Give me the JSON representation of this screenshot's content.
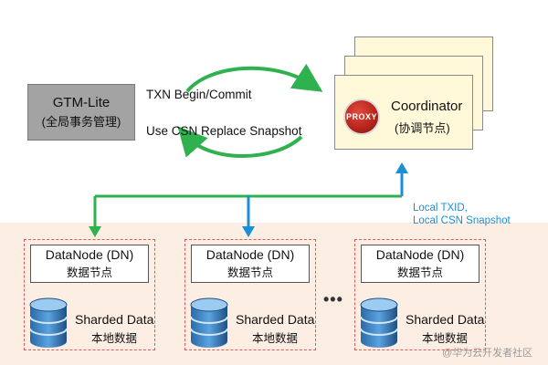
{
  "gtm": {
    "title": "GTM-Lite",
    "subtitle": "(全局事务管理)"
  },
  "arrows": {
    "txn": "TXN Begin/Commit",
    "csn": "Use CSN Replace Snapshot"
  },
  "coordinator": {
    "title": "Coordinator",
    "subtitle": "(协调节点)",
    "logo_text": "PROXY"
  },
  "local_labels": {
    "line1": "Local TXID,",
    "line2": "Local CSN Snapshot"
  },
  "datanodes": [
    {
      "title": "DataNode (DN)",
      "subtitle": "数据节点",
      "data_title": "Sharded Data",
      "data_subtitle": "本地数据"
    },
    {
      "title": "DataNode (DN)",
      "subtitle": "数据节点",
      "data_title": "Sharded Data",
      "data_subtitle": "本地数据"
    },
    {
      "title": "DataNode (DN)",
      "subtitle": "数据节点",
      "data_title": "Sharded Data",
      "data_subtitle": "本地数据"
    }
  ],
  "ellipsis": "•••",
  "watermark": "@华为云开发者社区",
  "colors": {
    "green": "#2fb14f",
    "blue": "#1a8fd6",
    "dashed_red": "#e05a5a",
    "gray_box": "#a3a3a3",
    "cream": "#fff8d9",
    "bottom_bg": "#fdeee4"
  }
}
